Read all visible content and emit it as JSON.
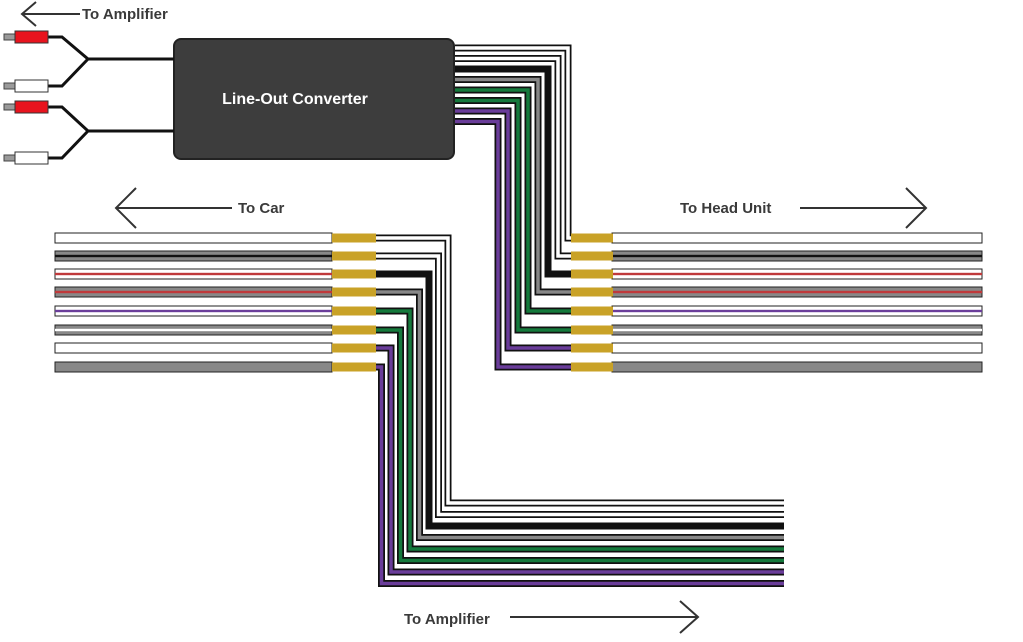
{
  "labels": {
    "amp_top": "To Amplifier",
    "converter": "Line-Out Converter",
    "to_car": "To Car",
    "head_unit": "To Head Unit",
    "amp_bottom": "To Amplifier"
  },
  "colors": {
    "rca_red": "#e8141e",
    "rca_white": "#ffffff",
    "connector": "#c9a227",
    "box": "#3d3d3d",
    "wire_white": "#ffffff",
    "wire_black": "#111111",
    "wire_gray": "#888888",
    "wire_red": "#c0393b",
    "wire_purple": "#6a3d9a",
    "wire_green": "#157a3c"
  },
  "harness_wires": [
    {
      "name": "white",
      "fill": "#ffffff",
      "stripe": null
    },
    {
      "name": "gray",
      "fill": "#888888",
      "stripe": "#111111"
    },
    {
      "name": "white-red",
      "fill": "#ffffff",
      "stripe": "#c0393b"
    },
    {
      "name": "gray-red",
      "fill": "#888888",
      "stripe": "#c0393b"
    },
    {
      "name": "white-purple",
      "fill": "#ffffff",
      "stripe": "#6a3d9a"
    },
    {
      "name": "gray-white",
      "fill": "#888888",
      "stripe": "#ffffff"
    },
    {
      "name": "white",
      "fill": "#ffffff",
      "stripe": null
    },
    {
      "name": "gray",
      "fill": "#888888",
      "stripe": null
    }
  ],
  "converter_wires": [
    "white",
    "white",
    "black",
    "gray",
    "green",
    "green",
    "purple",
    "purple"
  ]
}
